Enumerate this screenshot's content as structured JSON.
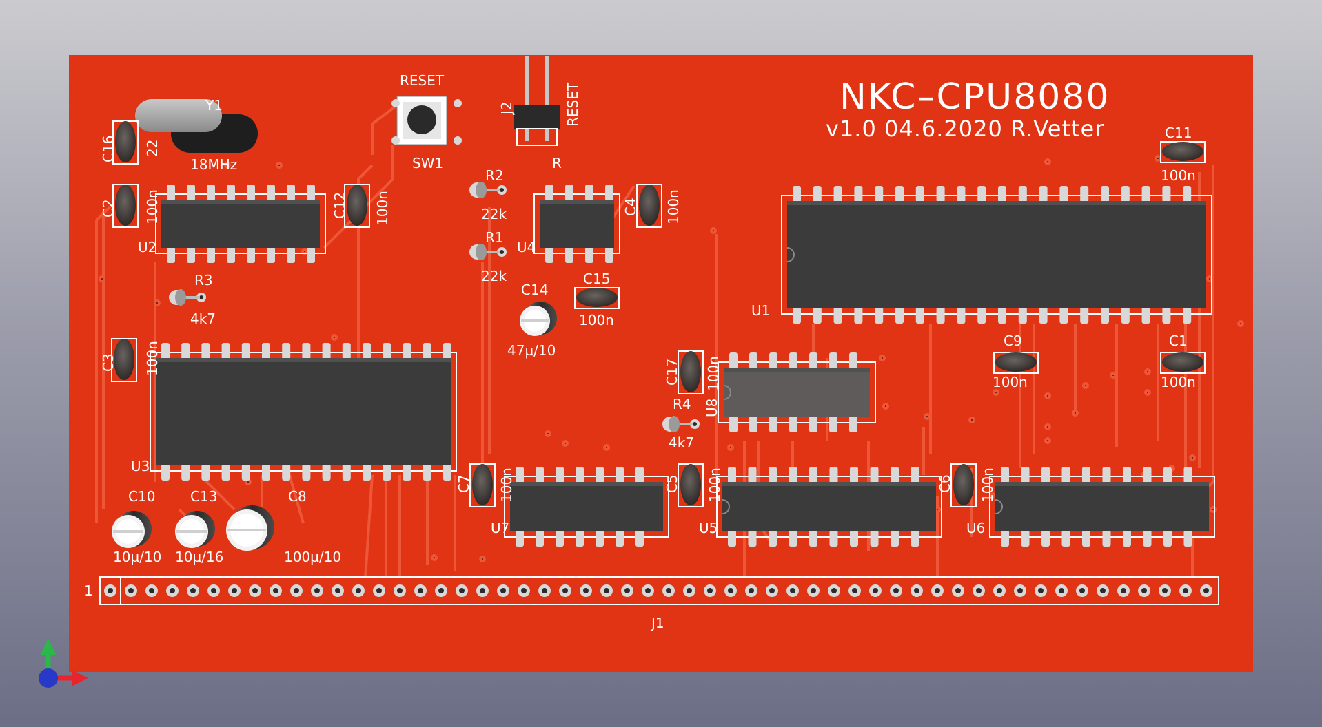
{
  "viewer": {
    "background_top": "#cbcbcf",
    "background_bottom": "#6c6e86"
  },
  "board": {
    "title": "NKC–CPU8080",
    "subtitle": "v1.0   04.6.2020   R.Vetter",
    "pcb_color": "#e03414",
    "trace_color": "#f05a3c",
    "chip_color": "#3b3b3b",
    "pad_color": "#d8d8d8"
  },
  "labels": {
    "reset_top": "RESET",
    "sw1": "SW1",
    "j2": "J2",
    "j2_reset": "RESET",
    "j2_r": "R",
    "y1_value": "18MHz",
    "y1_ref": "Y1",
    "c16": "C16",
    "c16_val": "22",
    "c2": "C2",
    "c2_val": "100n",
    "u2": "U2",
    "c12": "C12",
    "c12_val": "100n",
    "r2": "R2",
    "r2_val": "22k",
    "r1": "R1",
    "r1_val": "22k",
    "u4": "U4",
    "c4": "C4",
    "c4_val": "100n",
    "c15": "C15",
    "c15_val": "100n",
    "c14": "C14",
    "c14_val": "47µ/10",
    "r3": "R3",
    "r3_val": "4k7",
    "c3": "C3",
    "c3_val": "100n",
    "u3": "U3",
    "c10": "C10",
    "c10_val": "10µ/10",
    "c13": "C13",
    "c13_val": "10µ/16",
    "c8": "C8",
    "c8_val": "100µ/10",
    "c11": "C11",
    "c11_val": "100n",
    "u1": "U1",
    "c9": "C9",
    "c9_val": "100n",
    "c1": "C1",
    "c1_val": "100n",
    "c17": "C17",
    "c17_val": "100n",
    "u8": "U8",
    "r4": "R4",
    "r4_val": "4k7",
    "c7": "C7",
    "c7_val": "100n",
    "u7": "U7",
    "c5": "C5",
    "c5_val": "100n",
    "u5": "U5",
    "c6": "C6",
    "c6_val": "100n",
    "u6": "U6",
    "j1_pin1": "1",
    "j1": "J1"
  },
  "axes_icon": {
    "x_color": "#e8242c",
    "y_color": "#2ab84a",
    "z_color": "#2838c8"
  }
}
